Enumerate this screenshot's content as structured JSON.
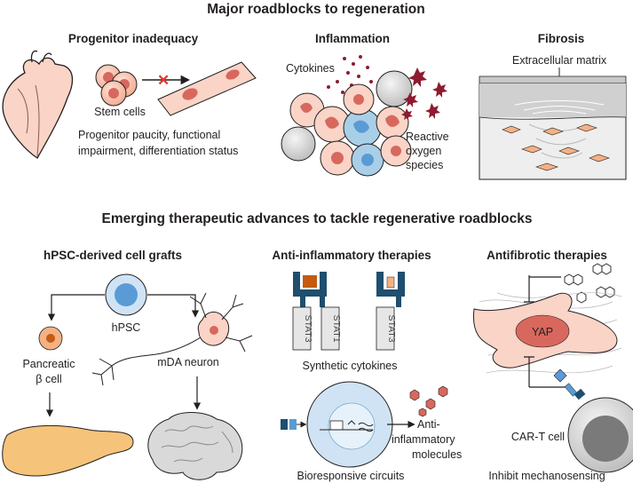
{
  "top": {
    "title": "Major roadblocks to regeneration",
    "progenitor": {
      "heading": "Progenitor inadequacy",
      "stem_cells": "Stem cells",
      "caption": [
        "Progenitor paucity, functional",
        "impairment, differentiation status"
      ]
    },
    "inflammation": {
      "heading": "Inflammation",
      "cytokines": "Cytokines",
      "ros": [
        "Reactive",
        "oxygen",
        "species"
      ]
    },
    "fibrosis": {
      "heading": "Fibrosis",
      "ecm": "Extracellular matrix"
    }
  },
  "bottom": {
    "title": "Emerging therapeutic advances to tackle regenerative roadblocks",
    "grafts": {
      "heading": "hPSC-derived cell grafts",
      "hpsc": "hPSC",
      "beta": [
        "Pancreatic",
        "β cell"
      ],
      "mda": "mDA neuron"
    },
    "anti_inflammatory": {
      "heading": "Anti-inflammatory therapies",
      "stat_labels": [
        "STAT3",
        "STAT1",
        "STAT3"
      ],
      "synthetic": "Synthetic cytokines",
      "molecules": [
        "Anti-",
        "inflammatory",
        "molecules"
      ],
      "circuits": "Bioresponsive circuits"
    },
    "antifibrotic": {
      "heading": "Antifibrotic therapies",
      "yap": "YAP",
      "cart": "CAR-T cell",
      "mechano": "Inhibit mechanosensing"
    }
  },
  "colors": {
    "cell_orange": "#f4b183",
    "cell_pink": "#f9d4c7",
    "nucleus_red": "#d8685e",
    "hpsc_blue": "#5a9bd5",
    "macrophage_blue": "#a9cfe8",
    "ros_red": "#8e1b2f",
    "receptor_navy": "#1f4e6e",
    "ligand_orange": "#c55a11",
    "pancreas": "#f6c37a",
    "brain_gray": "#d9d9d9",
    "arrow_x": "#e03c31"
  }
}
